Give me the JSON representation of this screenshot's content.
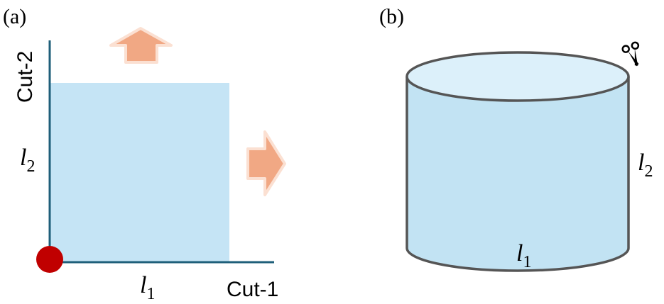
{
  "panel_a": {
    "label": "(a)",
    "y_axis_label": "Cut-2",
    "x_axis_label": "Cut-1",
    "l1": "l",
    "l1_sub": "1",
    "l2": "l",
    "l2_sub": "2"
  },
  "panel_b": {
    "label": "(b)",
    "l1": "l",
    "l1_sub": "1",
    "l2": "l",
    "l2_sub": "2",
    "scissors_icon": "scissors-icon"
  },
  "colors": {
    "region_fill": "#c5e4f5",
    "axis": "#1f5f7a",
    "origin_dot": "#c00000",
    "arrow_fill": "#f1a884",
    "arrow_stroke": "#fbe0d2",
    "cylinder_fill": "#c2e3f3",
    "cylinder_top": "#dcf0fa",
    "cylinder_stroke": "#555555"
  }
}
